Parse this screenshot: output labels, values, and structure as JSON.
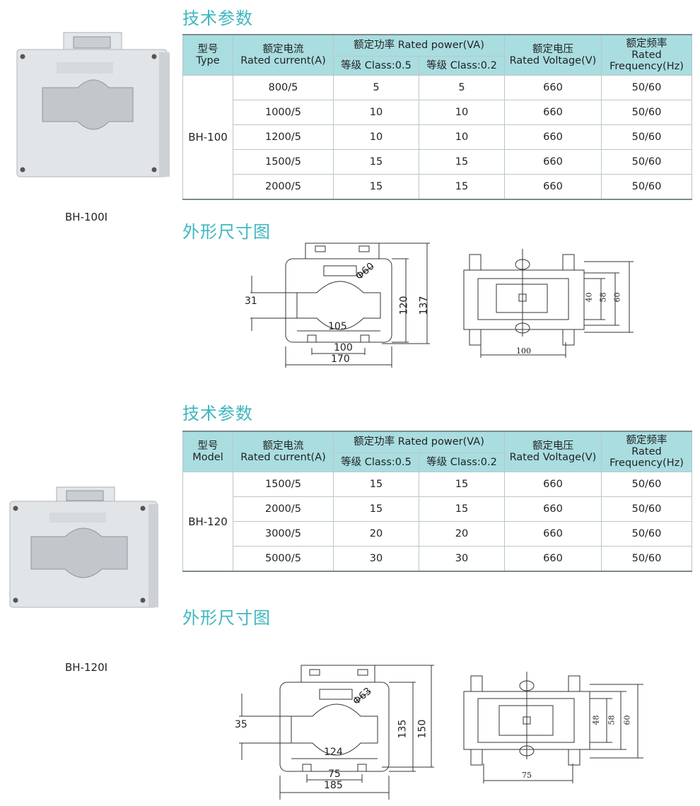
{
  "sections": [
    {
      "tech_title": "技术参数",
      "caption": "BH-100I",
      "headers": {
        "model_cn": "型号",
        "model_en": "Type",
        "current_cn": "额定电流",
        "current_en": "Rated current(A)",
        "power": "额定功率 Rated power(VA)",
        "class05": "等级 Class:0.5",
        "class02": "等级 Class:0.2",
        "voltage_cn": "额定电压",
        "voltage_en": "Rated Voltage(V)",
        "freq_cn": "额定频率",
        "freq_en1": "Rated",
        "freq_en2": "Frequency(Hz)"
      },
      "model": "BH-100",
      "rows": [
        [
          "800/5",
          "5",
          "5",
          "660",
          "50/60"
        ],
        [
          "1000/5",
          "10",
          "10",
          "660",
          "50/60"
        ],
        [
          "1200/5",
          "10",
          "10",
          "660",
          "50/60"
        ],
        [
          "1500/5",
          "15",
          "15",
          "660",
          "50/60"
        ],
        [
          "2000/5",
          "15",
          "15",
          "660",
          "50/60"
        ]
      ],
      "dim_title": "外形尺寸图",
      "dims": {
        "phi": "Φ60",
        "window_h": "31",
        "window_w": "105",
        "mount": "100",
        "width": "170",
        "h1": "120",
        "h2": "137",
        "side_a": "40",
        "side_b": "58",
        "side_c": "60",
        "side_w": "100"
      }
    },
    {
      "tech_title": "技术参数",
      "caption": "BH-120I",
      "headers": {
        "model_cn": "型号",
        "model_en": "Model",
        "current_cn": "额定电流",
        "current_en": "Rated current(A)",
        "power": "额定功率 Rated power(VA)",
        "class05": "等级 Class:0.5",
        "class02": "等级 Class:0.2",
        "voltage_cn": "额定电压",
        "voltage_en": "Rated Voltage(V)",
        "freq_cn": "额定频率",
        "freq_en1": "Rated",
        "freq_en2": "Frequency(Hz)"
      },
      "model": "BH-120",
      "rows": [
        [
          "1500/5",
          "15",
          "15",
          "660",
          "50/60"
        ],
        [
          "2000/5",
          "15",
          "15",
          "660",
          "50/60"
        ],
        [
          "3000/5",
          "20",
          "20",
          "660",
          "50/60"
        ],
        [
          "5000/5",
          "30",
          "30",
          "660",
          "50/60"
        ]
      ],
      "dim_title": "外形尺寸图",
      "dims": {
        "phi": "Φ63",
        "window_h": "35",
        "window_w": "124",
        "mount": "75",
        "width": "185",
        "h1": "135",
        "h2": "150",
        "side_a": "48",
        "side_b": "58",
        "side_c": "60",
        "side_w": "75"
      }
    }
  ]
}
